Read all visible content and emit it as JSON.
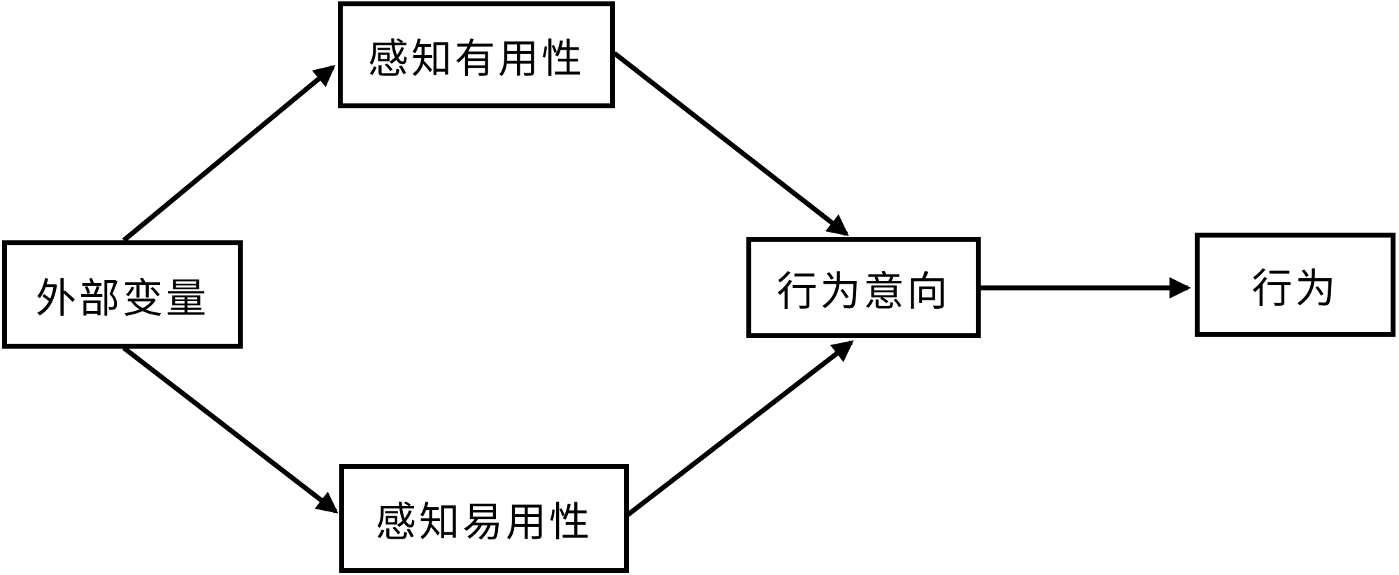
{
  "diagram": {
    "nodes": [
      {
        "id": "external-variables",
        "label": "外部变量"
      },
      {
        "id": "perceived-usefulness",
        "label": "感知有用性"
      },
      {
        "id": "perceived-ease-of-use",
        "label": "感知易用性"
      },
      {
        "id": "behavioral-intention",
        "label": "行为意向"
      },
      {
        "id": "behavior",
        "label": "行为"
      }
    ],
    "edges": [
      {
        "from": "external-variables",
        "to": "perceived-usefulness"
      },
      {
        "from": "external-variables",
        "to": "perceived-ease-of-use"
      },
      {
        "from": "perceived-usefulness",
        "to": "behavioral-intention"
      },
      {
        "from": "perceived-ease-of-use",
        "to": "behavioral-intention"
      },
      {
        "from": "behavioral-intention",
        "to": "behavior"
      }
    ],
    "colors": {
      "stroke": "#000000",
      "background": "#ffffff"
    }
  }
}
